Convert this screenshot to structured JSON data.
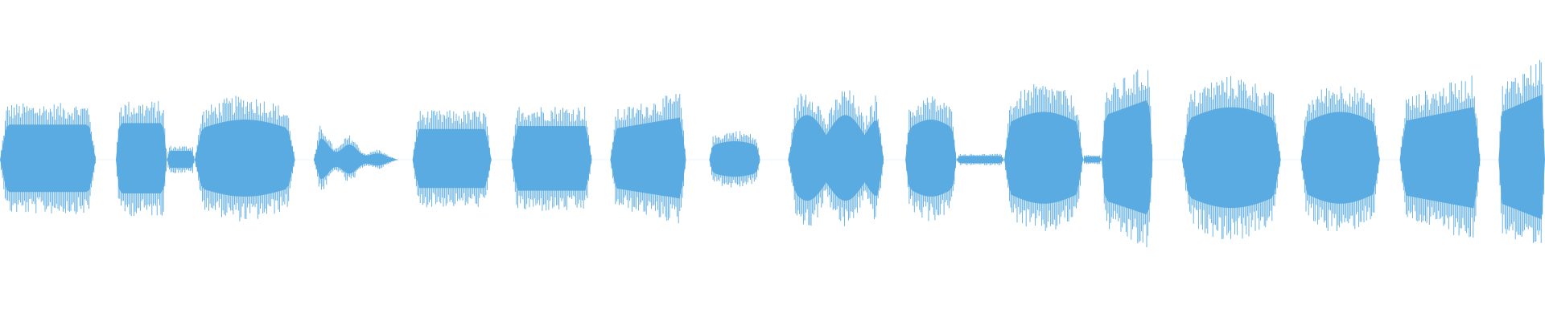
{
  "waveform": {
    "color": "#5aabe2",
    "background": "#ffffff",
    "segments": [
      {
        "start": 0.0,
        "end": 0.062,
        "peak": 0.48,
        "shape": "flat"
      },
      {
        "start": 0.075,
        "end": 0.108,
        "peak": 0.5,
        "shape": "flat"
      },
      {
        "start": 0.108,
        "end": 0.126,
        "peak": 0.12,
        "shape": "flat"
      },
      {
        "start": 0.126,
        "end": 0.191,
        "peak": 0.52,
        "shape": "dome"
      },
      {
        "start": 0.203,
        "end": 0.258,
        "peak": 0.28,
        "shape": "taper"
      },
      {
        "start": 0.267,
        "end": 0.318,
        "peak": 0.42,
        "shape": "flat"
      },
      {
        "start": 0.331,
        "end": 0.383,
        "peak": 0.46,
        "shape": "flat"
      },
      {
        "start": 0.395,
        "end": 0.444,
        "peak": 0.56,
        "shape": "rise"
      },
      {
        "start": 0.459,
        "end": 0.492,
        "peak": 0.24,
        "shape": "dome"
      },
      {
        "start": 0.51,
        "end": 0.572,
        "peak": 0.58,
        "shape": "wavy"
      },
      {
        "start": 0.586,
        "end": 0.619,
        "peak": 0.52,
        "shape": "dome"
      },
      {
        "start": 0.619,
        "end": 0.65,
        "peak": 0.05,
        "shape": "flat"
      },
      {
        "start": 0.65,
        "end": 0.701,
        "peak": 0.62,
        "shape": "dome"
      },
      {
        "start": 0.701,
        "end": 0.713,
        "peak": 0.04,
        "shape": "flat"
      },
      {
        "start": 0.713,
        "end": 0.746,
        "peak": 0.8,
        "shape": "rise"
      },
      {
        "start": 0.765,
        "end": 0.829,
        "peak": 0.68,
        "shape": "dome"
      },
      {
        "start": 0.842,
        "end": 0.893,
        "peak": 0.62,
        "shape": "dome"
      },
      {
        "start": 0.906,
        "end": 0.958,
        "peak": 0.7,
        "shape": "rise"
      },
      {
        "start": 0.97,
        "end": 1.0,
        "peak": 0.86,
        "shape": "rise"
      }
    ]
  }
}
